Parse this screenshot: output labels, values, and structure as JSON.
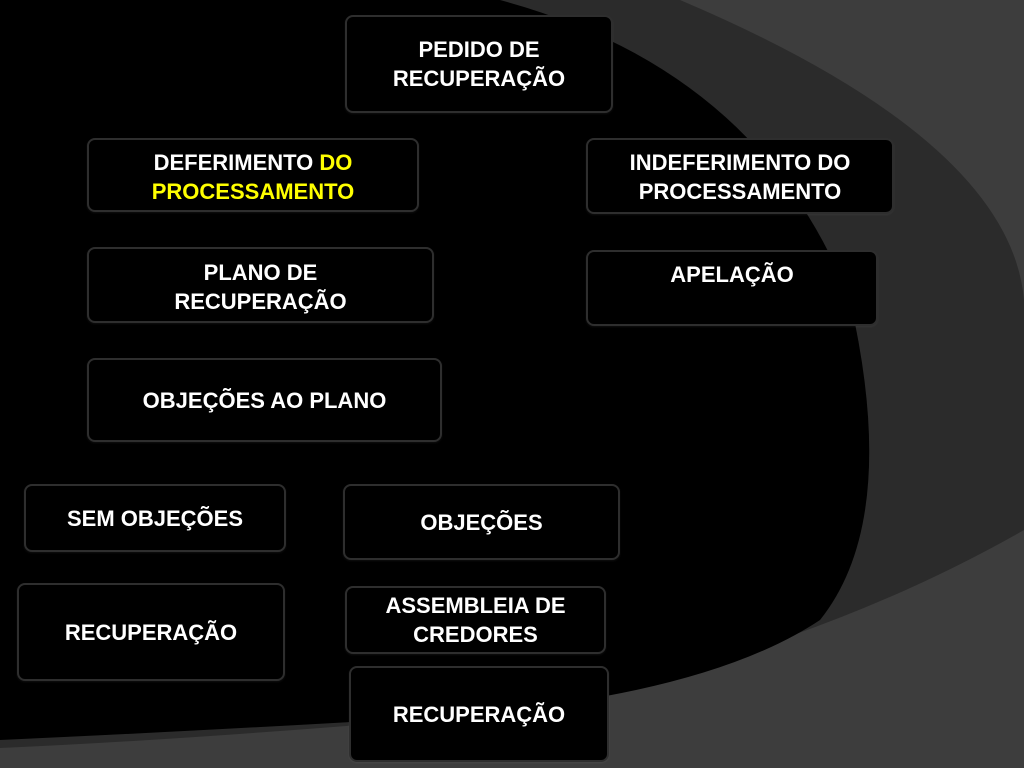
{
  "nodes": {
    "pedido": "PEDIDO DE RECUPERAÇÃO",
    "deferimento_a": "DEFERIMENTO",
    "deferimento_b": "DO",
    "deferimento_c": "PROCESSAMENTO",
    "indeferimento": "INDEFERIMENTO DO PROCESSAMENTO",
    "plano": "PLANO DE RECUPERAÇÃO",
    "apelacao": "APELAÇÃO",
    "objecoes_plano": "OBJEÇÕES AO PLANO",
    "sem_objecoes": "SEM OBJEÇÕES",
    "objecoes": "OBJEÇÕES",
    "recuperacao_left": "RECUPERAÇÃO",
    "assembleia": "ASSEMBLEIA DE CREDORES",
    "recuperacao_right": "RECUPERAÇÃO"
  },
  "colors": {
    "background": "#000000",
    "box_border": "#2e2e2e",
    "text": "#ffffff",
    "highlight": "#ffff00",
    "swoosh_light": "#3d3d3d",
    "swoosh_mid": "#2b2b2b"
  }
}
